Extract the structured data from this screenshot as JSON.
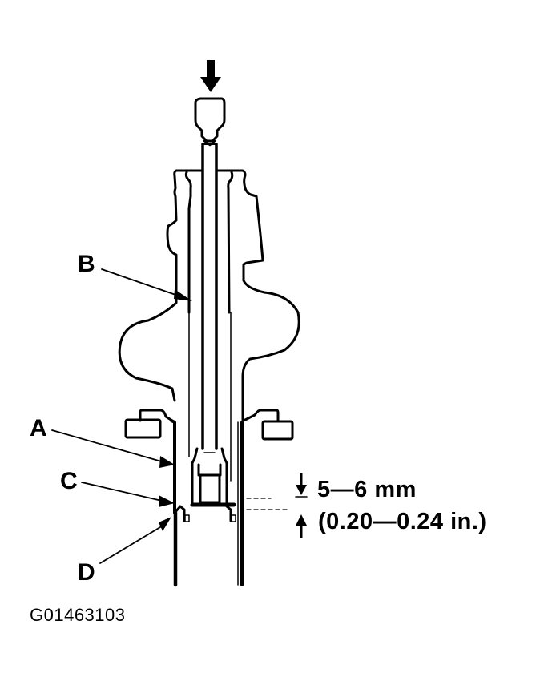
{
  "figure": {
    "id_label": "G01463103",
    "subject": "strut / shock absorber cross-section with press arrow",
    "colors": {
      "line": "#000000",
      "background": "#ffffff"
    }
  },
  "callouts": {
    "A": "A",
    "B": "B",
    "C": "C",
    "D": "D"
  },
  "dimension": {
    "metric": "5—6 mm",
    "imperial": "(0.20—0.24 in.)",
    "top_arrow_icon": "arrow-down-icon",
    "bottom_arrow_icon": "arrow-up-icon"
  },
  "press_arrow_icon": "arrow-down-icon"
}
